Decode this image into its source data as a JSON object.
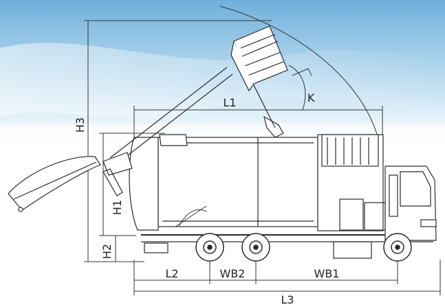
{
  "colors": {
    "sky_top": "#6fb0dc",
    "sky_mid": "#bcdcf0",
    "background": "#ffffff",
    "line": "#2a2a2a",
    "dimension_line": "#333333"
  },
  "dimensions": {
    "L1": "L1",
    "L2": "L2",
    "L3": "L3",
    "H1": "H1",
    "H2": "H2",
    "H3": "H3",
    "WB1": "WB1",
    "WB2": "WB2",
    "K": "K"
  }
}
